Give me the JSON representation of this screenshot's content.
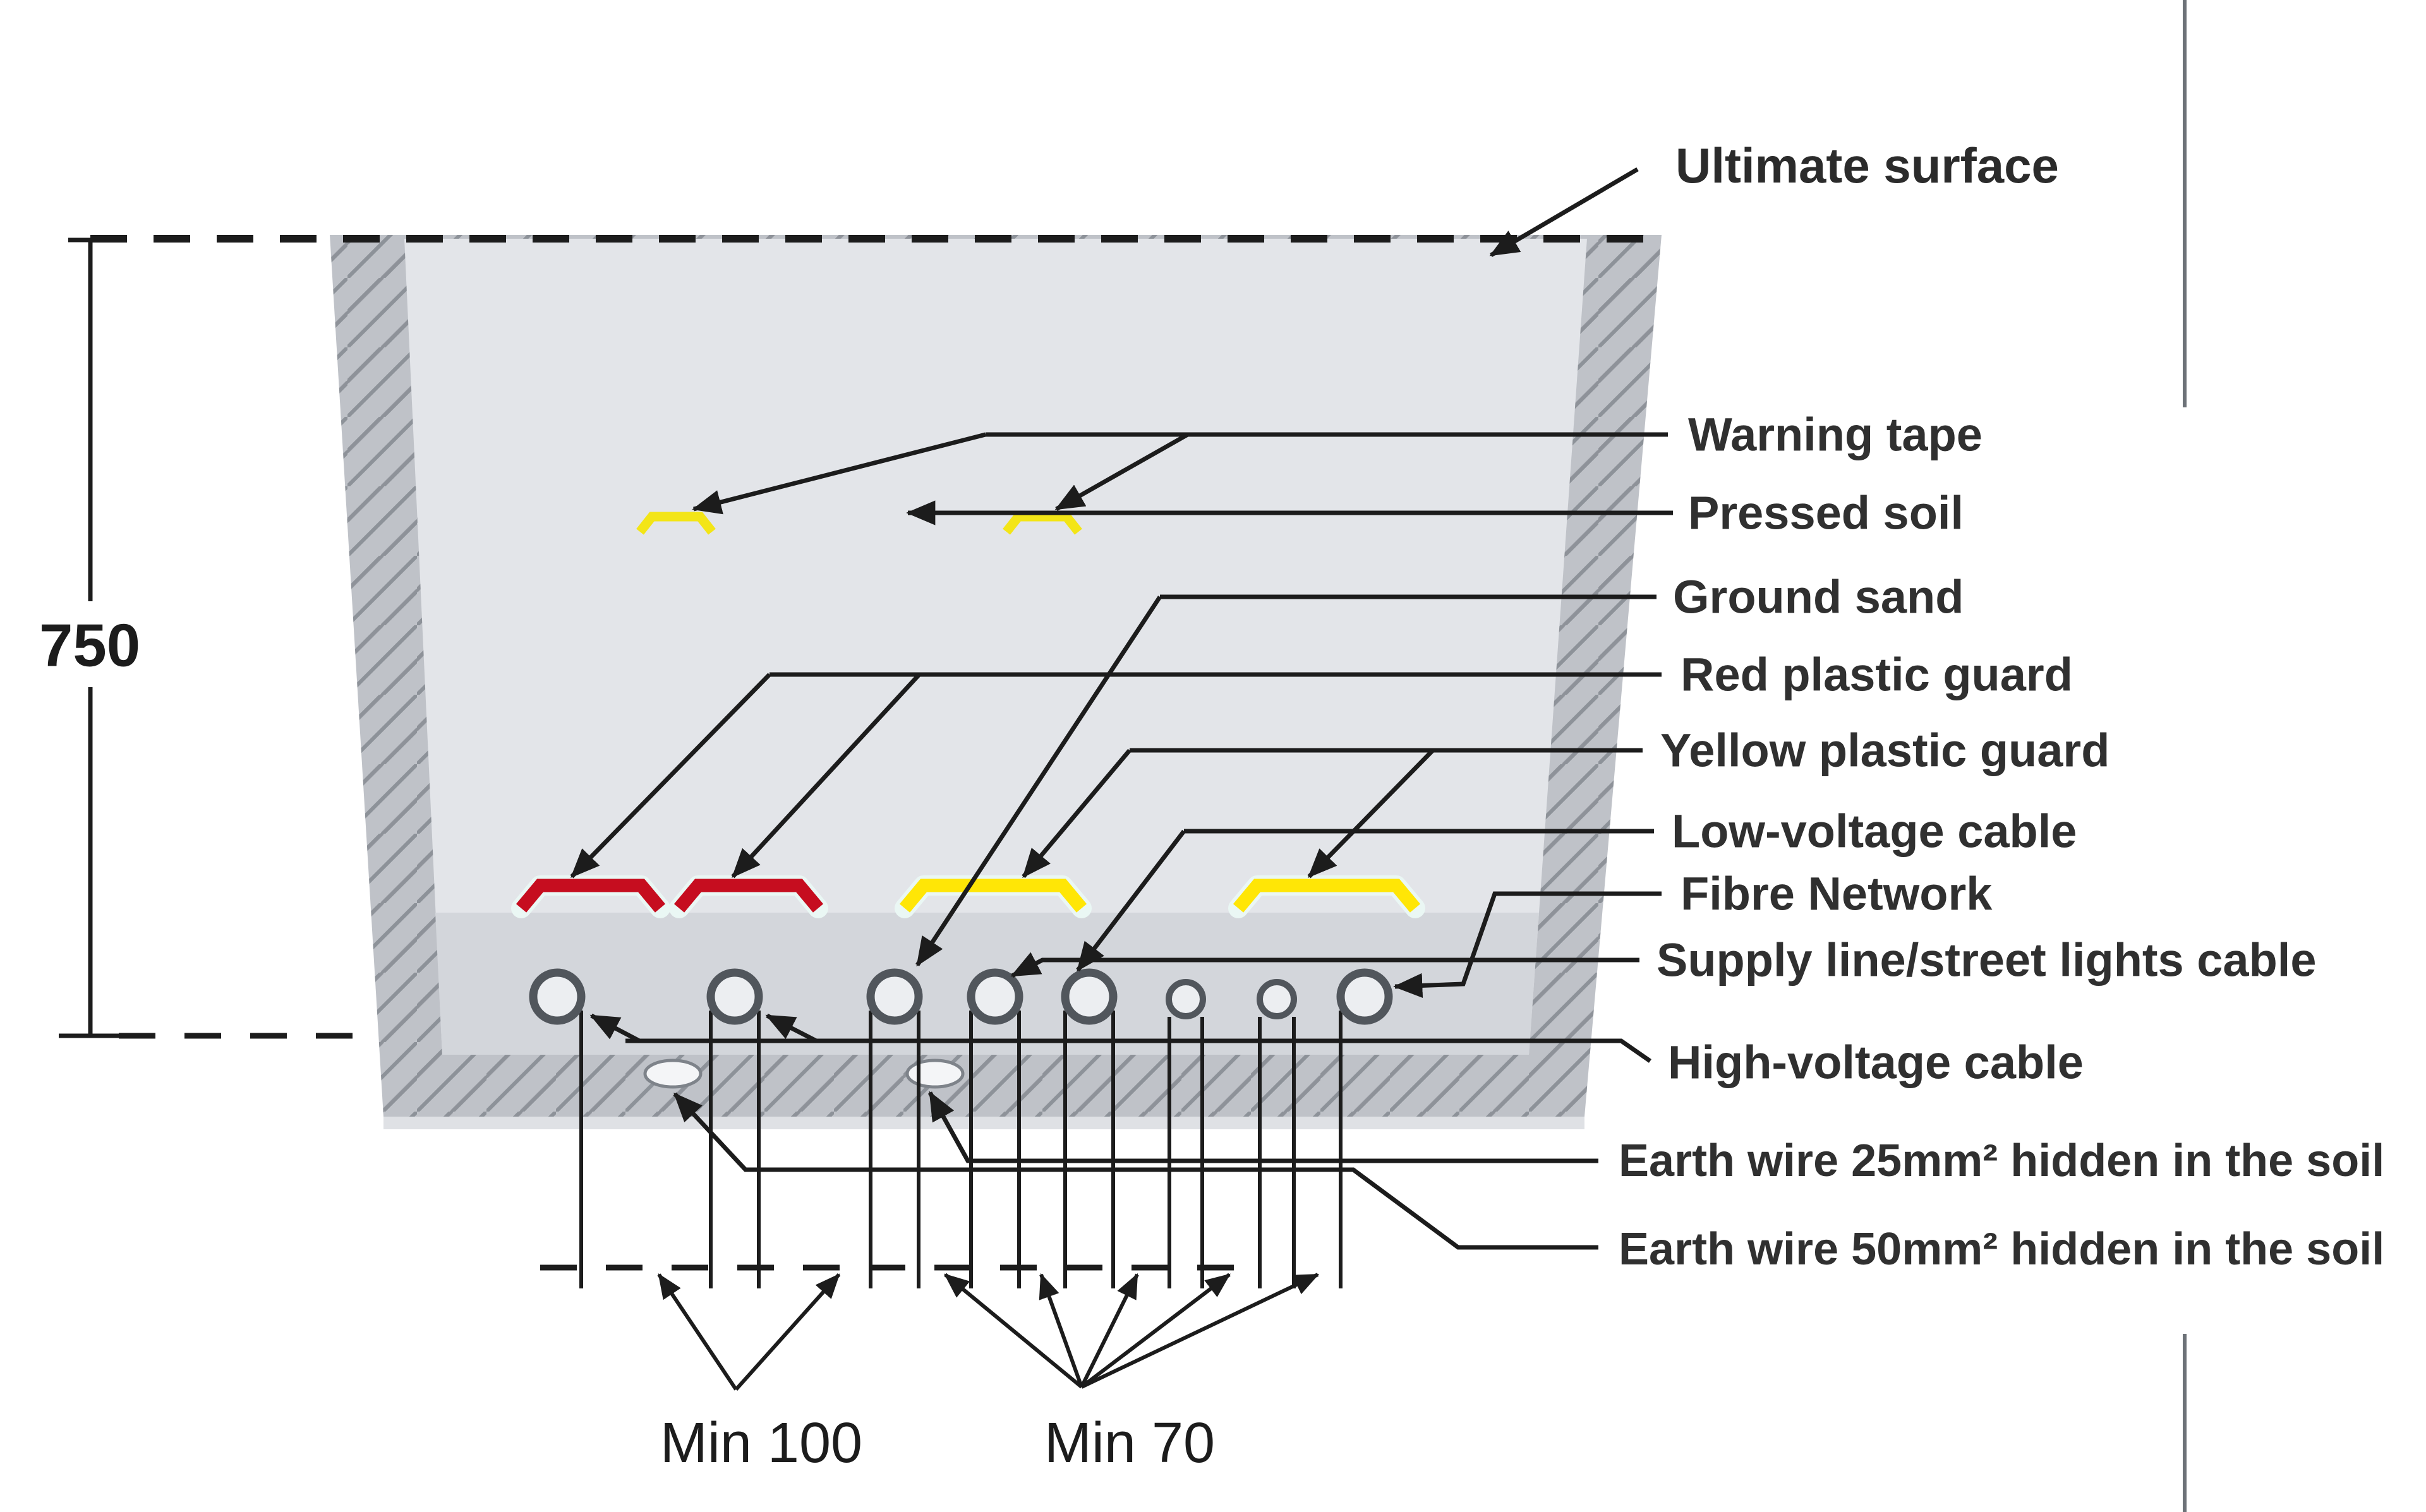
{
  "surface_label": "Ultimate surface",
  "depth_dimension": "750",
  "bottom_dimensions": {
    "min100": "Min 100",
    "min70": "Min 70"
  },
  "legend": [
    "Warning tape",
    "Pressed soil",
    "Ground sand",
    "Red plastic guard",
    "Yellow plastic guard",
    "Low-voltage cable",
    "Fibre Network",
    "Supply line/street lights cable",
    "High-voltage cable",
    "Earth wire 25mm² hidden in the soil",
    "Earth wire 50mm² hidden in the soil"
  ],
  "colors": {
    "red_guard": "#c60d1f",
    "yellow_guard": "#ffe606",
    "warning_tape": "#f3e517",
    "pressed_soil": "#e3e5e9",
    "ground_sand": "#d3d6db",
    "hatch_background": "#bfc2c8",
    "hatch_line": "#8d9299",
    "line": "#1c1c1c"
  }
}
